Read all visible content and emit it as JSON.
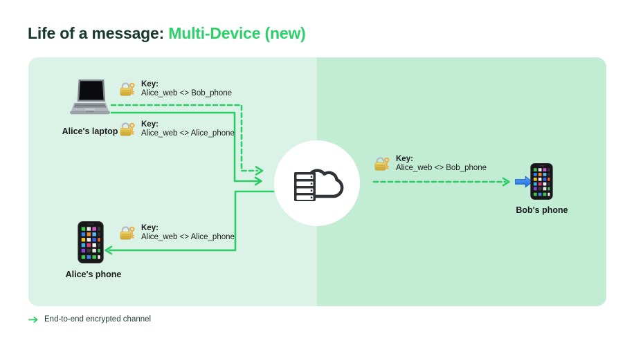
{
  "title": {
    "prefix": "Life of a message: ",
    "highlight": "Multi-Device (new)"
  },
  "devices": {
    "alice_laptop": {
      "label": "Alice's laptop",
      "icon": "laptop-icon"
    },
    "alice_phone": {
      "label": "Alice's phone",
      "icon": "smartphone-icon"
    },
    "bob_phone": {
      "label": "Bob's phone",
      "icon": "smartphone-icon"
    },
    "server": {
      "icon": "server-cloud-icon"
    }
  },
  "keys": [
    {
      "title": "Key:",
      "value": "Alice_web <> Bob_phone",
      "location": "alice-laptop-top"
    },
    {
      "title": "Key:",
      "value": "Alice_web <> Alice_phone",
      "location": "alice-laptop-bottom"
    },
    {
      "title": "Key:",
      "value": "Alice_web <> Alice_phone",
      "location": "alice-phone"
    },
    {
      "title": "Key:",
      "value": "Alice_web <> Bob_phone",
      "location": "server-to-bob"
    }
  ],
  "legend": {
    "label": "End-to-end encrypted channel",
    "icon": "green-right-arrow-icon"
  },
  "icons": {
    "key_badge": "lock-with-key-icon",
    "delivery": "blue-right-arrow-icon"
  },
  "colors": {
    "accent_green": "#2bd168",
    "line_green": "#2ccc66",
    "title_dark": "#16382c",
    "text_dark": "#1b1b1d",
    "panel_left": "#daf3e6",
    "panel_right": "#c2ecd4",
    "server_circle": "#ffffff",
    "delivery_arrow_blue": "#2e7de5",
    "lock_gold": "#e0b93f",
    "icon_outline_dark": "#2f3237"
  }
}
